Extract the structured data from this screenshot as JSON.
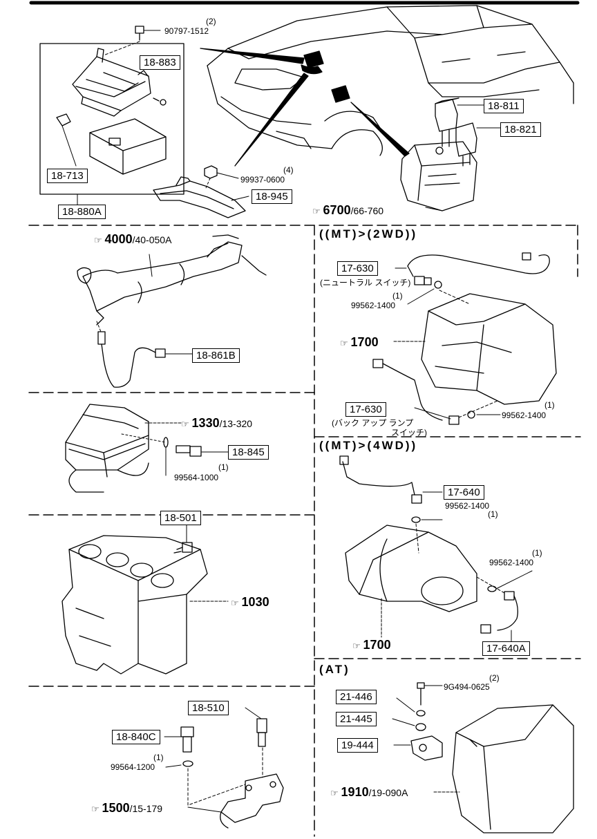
{
  "top": {
    "qty_90797": "(2)",
    "part_90797": "90797-1512",
    "box_18_883": "18-883",
    "box_18_713": "18-713",
    "box_18_880A": "18-880A",
    "qty_99937": "(4)",
    "part_99937": "99937-0600",
    "box_18_945": "18-945",
    "box_18_811": "18-811",
    "box_18_821": "18-821",
    "ref_main": "6700",
    "ref_sub": "/66-760"
  },
  "exhaust": {
    "ref_main": "4000",
    "ref_sub": "/40-050A",
    "box_18_861B": "18-861B"
  },
  "air_cleaner": {
    "ref_main": "1330",
    "ref_sub": "/13-320",
    "box_18_845": "18-845",
    "qty_99564": "(1)",
    "part_99564": "99564-1000"
  },
  "engine": {
    "box_18_501": "18-501",
    "ref_main": "1030"
  },
  "thermo": {
    "box_18_510": "18-510",
    "box_18_840C": "18-840C",
    "qty_99564": "(1)",
    "part_99564": "99564-1200",
    "ref_main": "1500",
    "ref_sub": "/15-179"
  },
  "mt2wd": {
    "header": "((MT)>(2WD))",
    "box_17_630_a": "17-630",
    "neutral_switch": "(ニュートラル スイッチ)",
    "qty_99562_a": "(1)",
    "part_99562_a": "99562-1400",
    "ref_main": "1700",
    "box_17_630_b": "17-630",
    "backup_switch_1": "(バック アップ ランプ",
    "backup_switch_2": "スイッチ)",
    "qty_99562_b": "(1)",
    "part_99562_b": "99562-1400"
  },
  "mt4wd": {
    "header": "((MT)>(4WD))",
    "box_17_640": "17-640",
    "qty_99562_a": "(1)",
    "part_99562_a": "99562-1400",
    "qty_99562_b": "(1)",
    "part_99562_b": "99562-1400",
    "ref_main": "1700",
    "box_17_640A": "17-640A"
  },
  "at": {
    "header": "(AT)",
    "qty_9g494": "(2)",
    "part_9g494": "9G494-0625",
    "box_21_446": "21-446",
    "box_21_445": "21-445",
    "box_19_444": "19-444",
    "ref_main": "1910",
    "ref_sub": "/19-090A"
  }
}
